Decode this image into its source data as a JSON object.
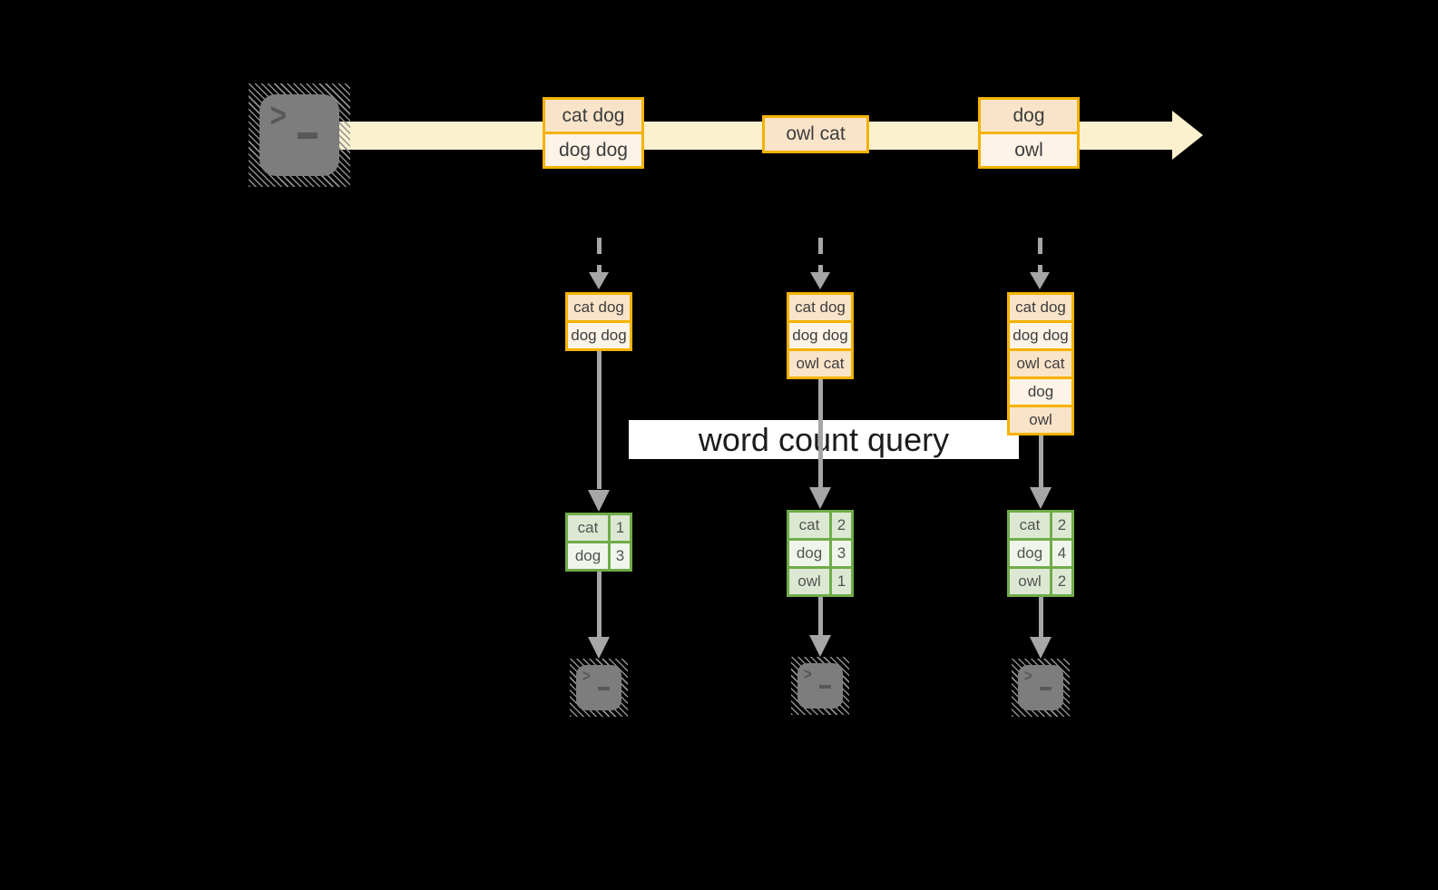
{
  "diagram": {
    "query_label": "word count query",
    "stream": {
      "source_icon": "terminal-prompt-icon",
      "batches": [
        {
          "events": [
            "cat dog",
            "dog dog"
          ]
        },
        {
          "events": [
            "owl cat"
          ]
        },
        {
          "events": [
            "dog",
            "owl"
          ]
        }
      ]
    },
    "columns": [
      {
        "input_events": [
          "cat dog",
          "dog dog"
        ],
        "counts": [
          {
            "word": "cat",
            "count": 1
          },
          {
            "word": "dog",
            "count": 3
          }
        ],
        "output_icon": "terminal-prompt-icon"
      },
      {
        "input_events": [
          "cat dog",
          "dog dog",
          "owl cat"
        ],
        "counts": [
          {
            "word": "cat",
            "count": 2
          },
          {
            "word": "dog",
            "count": 3
          },
          {
            "word": "owl",
            "count": 1
          }
        ],
        "output_icon": "terminal-prompt-icon"
      },
      {
        "input_events": [
          "cat dog",
          "dog dog",
          "owl cat",
          "dog",
          "owl"
        ],
        "counts": [
          {
            "word": "cat",
            "count": 2
          },
          {
            "word": "dog",
            "count": 4
          },
          {
            "word": "owl",
            "count": 2
          }
        ],
        "output_icon": "terminal-prompt-icon"
      }
    ],
    "colors": {
      "background": "#000000",
      "stream_band": "#FBF1CF",
      "event_border": "#F5B201",
      "event_cell_dark": "#FAE4C9",
      "event_cell_light": "#FDF3E6",
      "table_border": "#6FAC49",
      "table_cell_dark": "#DDE8D2",
      "table_cell_light": "#F0F5EB",
      "arrow_gray": "#A6A6A6",
      "terminal_gray": "#7D7D7D"
    }
  }
}
